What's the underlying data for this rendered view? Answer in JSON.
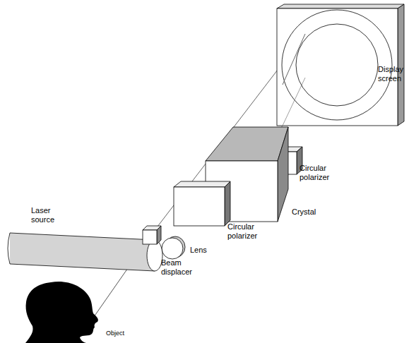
{
  "diagram": {
    "labels": [
      "Display screen",
      "Circular polarizer",
      "Crystal",
      "Circular polarizer",
      "Lens",
      "Laser source",
      "Beam displacer",
      "Object"
    ]
  }
}
